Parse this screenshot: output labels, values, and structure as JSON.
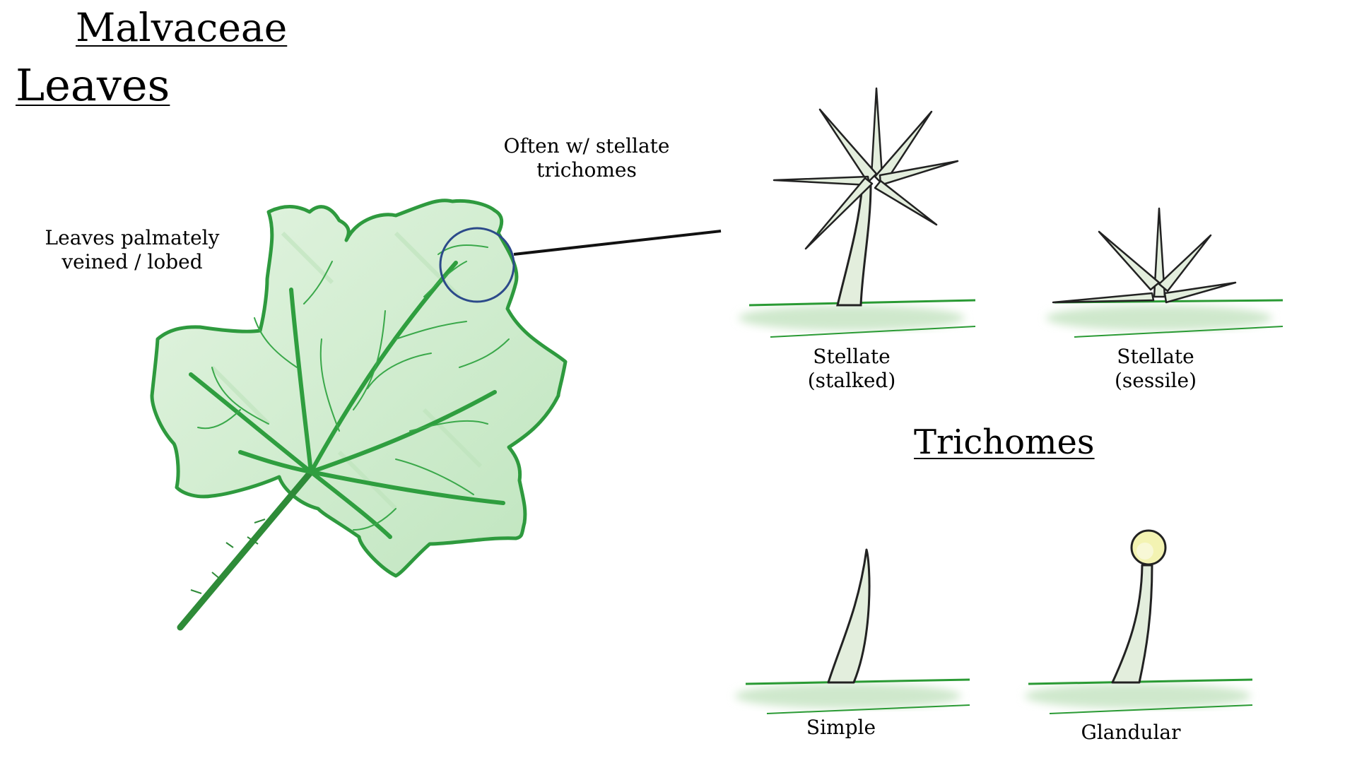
{
  "heading": {
    "family": "Malvaceae",
    "topic": "Leaves"
  },
  "leaf": {
    "caption_lines": [
      "Leaves palmately",
      "veined / lobed"
    ],
    "colors": {
      "outline": "#2e9a3e",
      "fill": "#c9ebc8",
      "vein": "#2f9e3f"
    }
  },
  "callout": {
    "caption_lines": [
      "Often w/ stellate",
      "trichomes"
    ],
    "circle_color": "#2c4a8a"
  },
  "trichomes": {
    "section_title": "Trichomes",
    "types": [
      {
        "id": "stellate-stalked",
        "label_lines": [
          "Stellate",
          "(stalked)"
        ]
      },
      {
        "id": "stellate-sessile",
        "label_lines": [
          "Stellate",
          "(sessile)"
        ]
      },
      {
        "id": "simple",
        "label_lines": [
          "Simple"
        ]
      },
      {
        "id": "glandular",
        "label_lines": [
          "Glandular"
        ]
      }
    ],
    "colors": {
      "surface": "#2a9a34",
      "hair_fill": "#e3eedd",
      "gland": "#f3f3b2"
    }
  }
}
